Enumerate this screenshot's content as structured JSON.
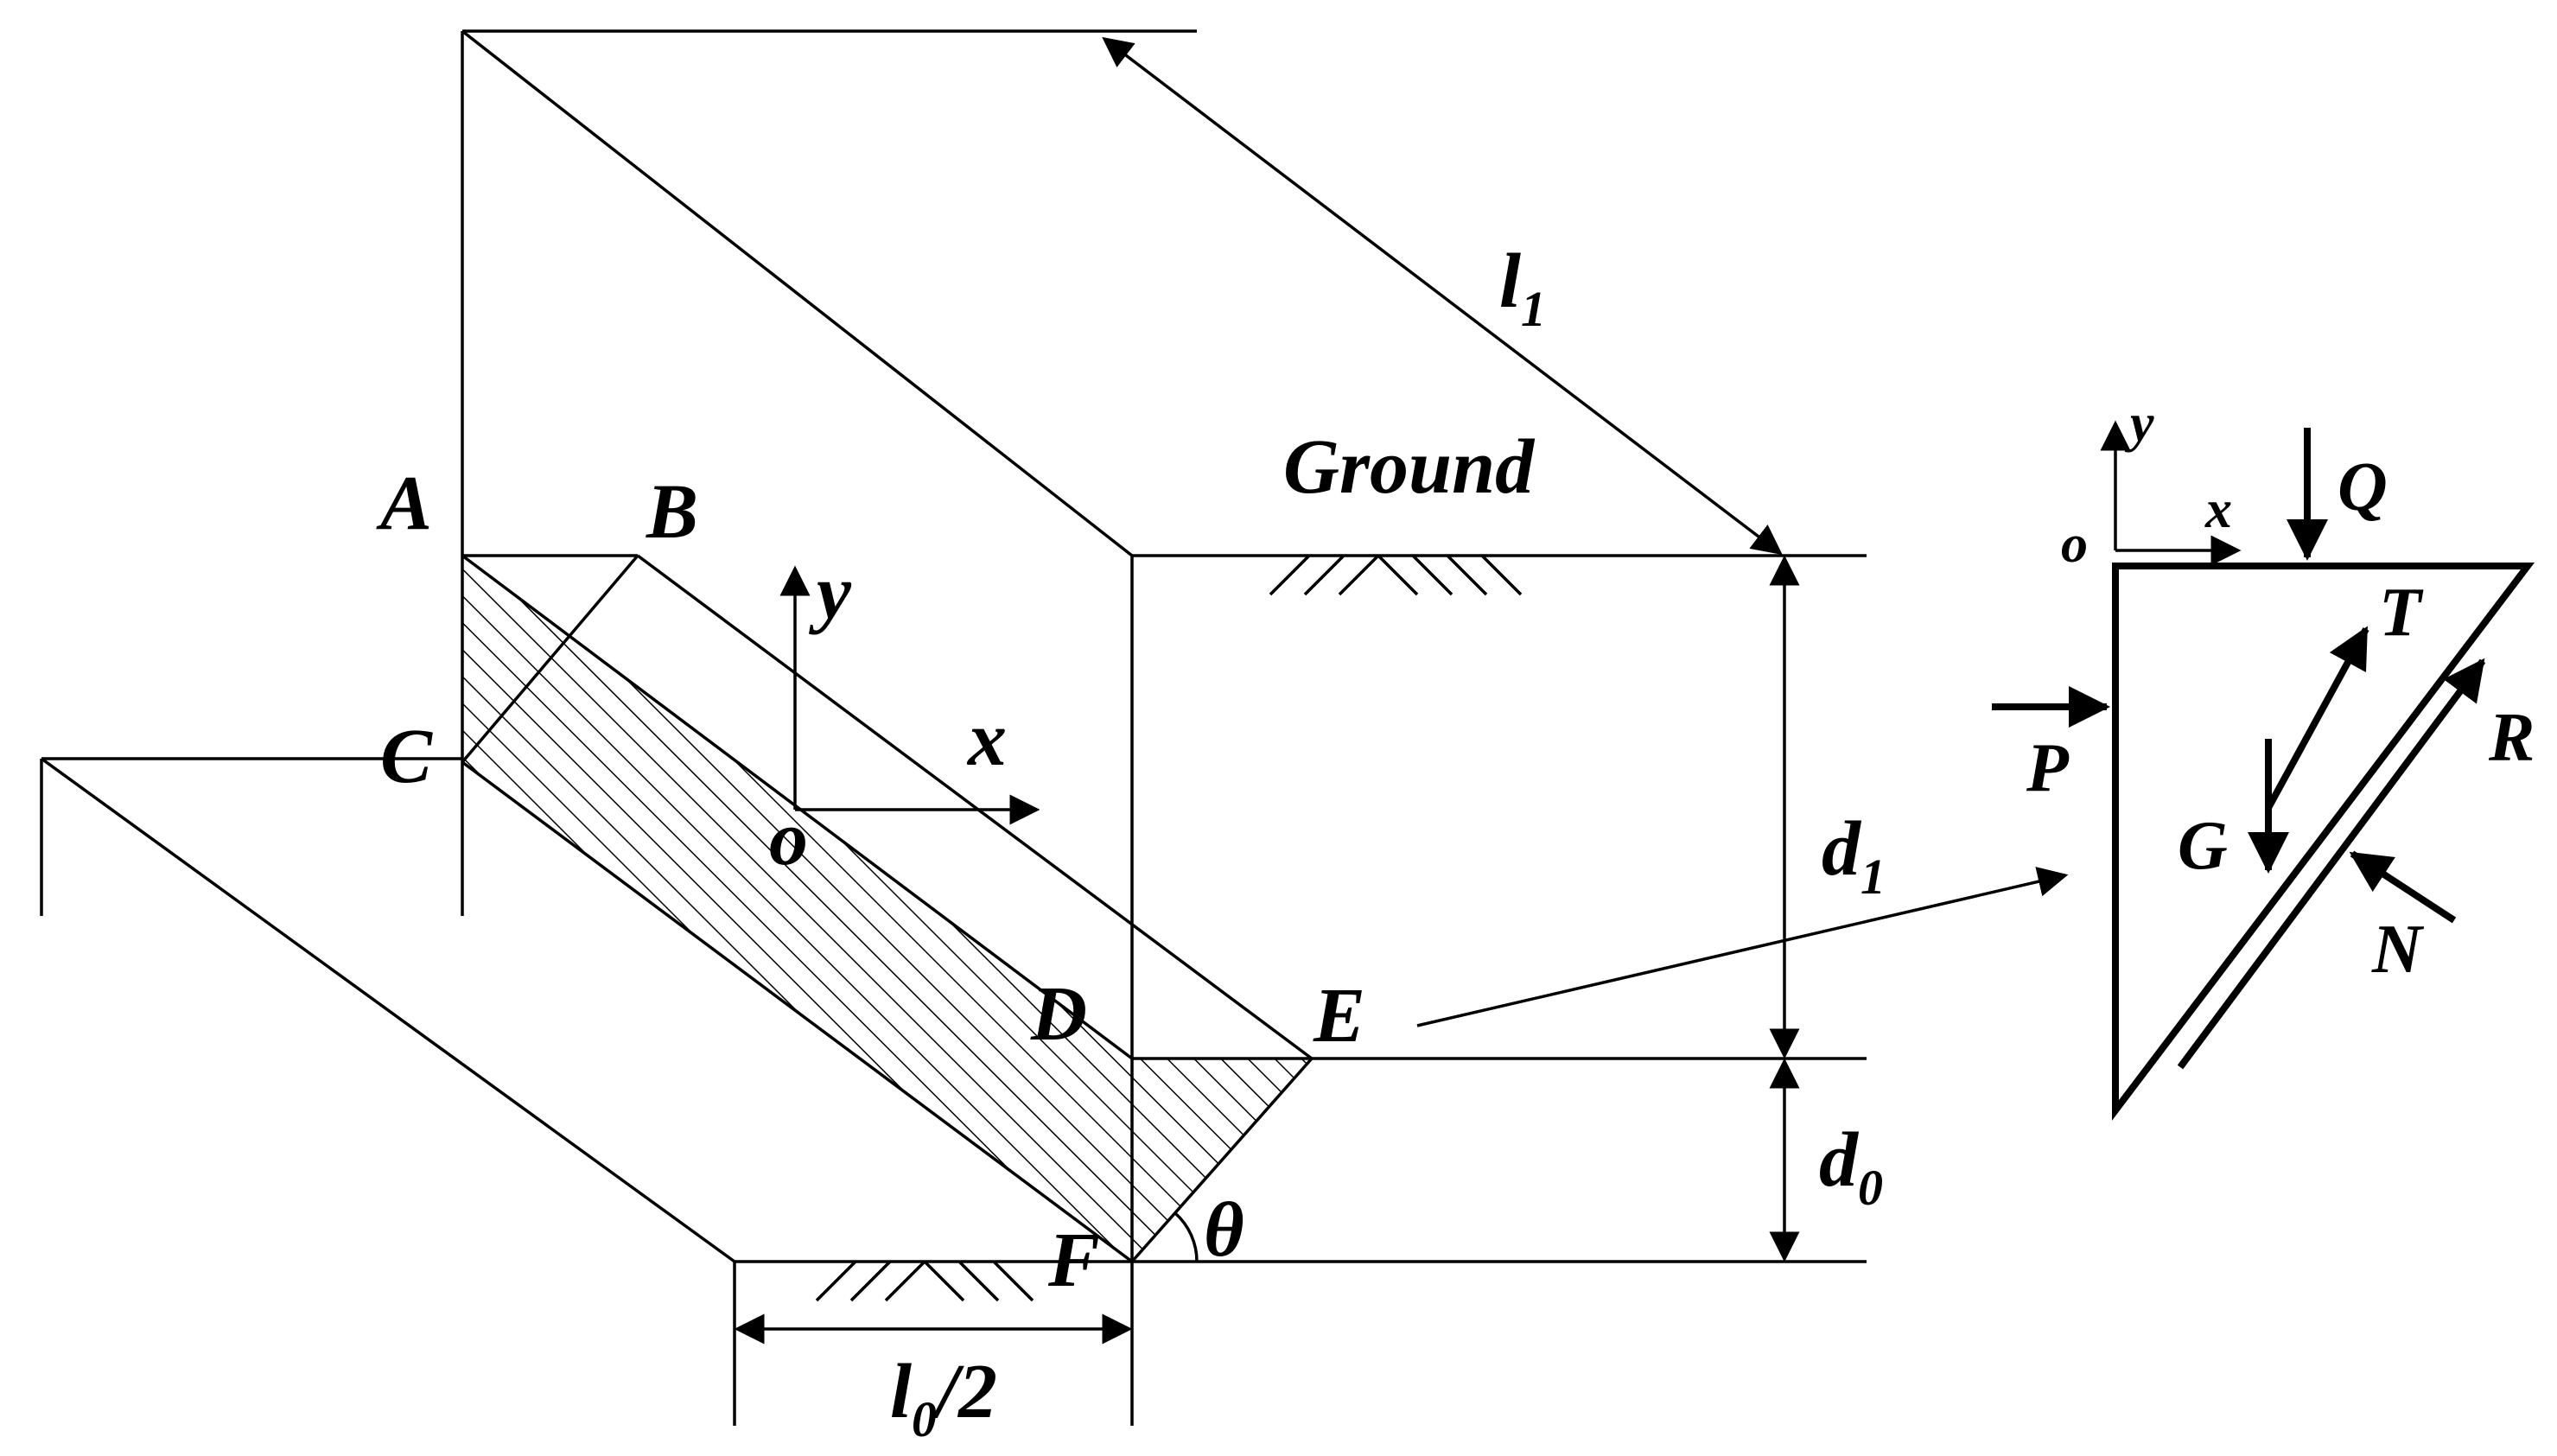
{
  "labels": {
    "A": "A",
    "B": "B",
    "C": "C",
    "D": "D",
    "E": "E",
    "F": "F",
    "ground": "Ground",
    "theta": "θ",
    "x_axis": "x",
    "y_axis": "y",
    "origin": "o",
    "l1_main": "l",
    "l1_sub": "1",
    "d1_main": "d",
    "d1_sub": "1",
    "d0_main": "d",
    "d0_sub": "0",
    "l0_main": "l",
    "l0_sub": "0",
    "l0_tail": "/2"
  },
  "free_body": {
    "x_axis": "x",
    "y_axis": "y",
    "origin": "o",
    "forces": {
      "Q": "Q",
      "T": "T",
      "R": "R",
      "P": "P",
      "G": "G",
      "N": "N"
    }
  }
}
